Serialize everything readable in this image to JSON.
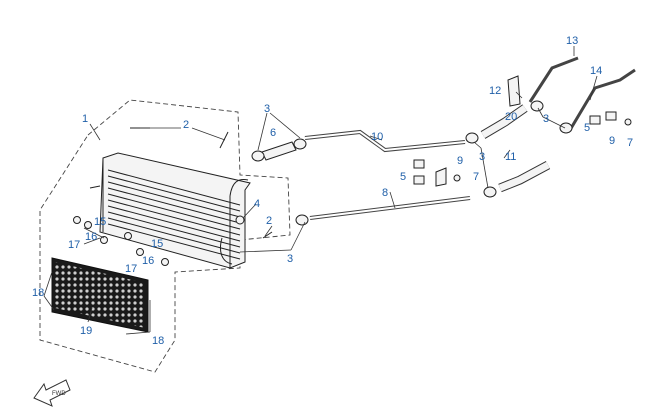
{
  "callouts": {
    "c1": "1",
    "c2a": "2",
    "c2b": "2",
    "c3a": "3",
    "c3b": "3",
    "c3c": "3",
    "c3d": "3",
    "c4": "4",
    "c5a": "5",
    "c5b": "5",
    "c6": "6",
    "c7a": "7",
    "c7b": "7",
    "c8": "8",
    "c9a": "9",
    "c9b": "9",
    "c10": "10",
    "c11": "11",
    "c12": "12",
    "c13": "13",
    "c14": "14",
    "c15a": "15",
    "c15b": "15",
    "c16a": "16",
    "c16b": "16",
    "c17a": "17",
    "c17b": "17",
    "c18a": "18",
    "c18b": "18",
    "c19": "19",
    "c20": "20"
  },
  "direction_marker": {
    "label": "FWD",
    "icon": "arrow-icon"
  },
  "colors": {
    "callout": "#1f5fa8",
    "line": "#222222",
    "mesh": "#1a1a1a"
  }
}
